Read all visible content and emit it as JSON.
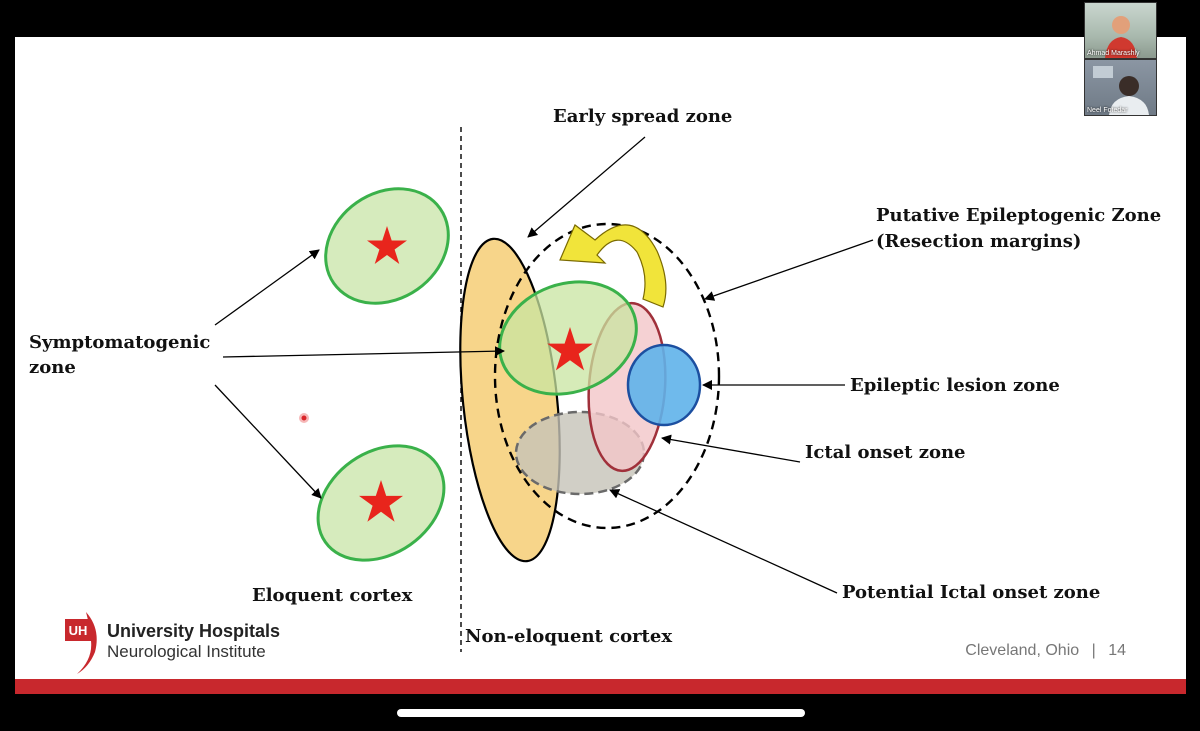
{
  "labels": {
    "early_spread": "Early spread zone",
    "putative_line1": "Putative Epileptogenic Zone",
    "putative_line2": "(Resection margins)",
    "symptomatogenic_line1": "Symptomatogenic",
    "symptomatogenic_line2": "zone",
    "epileptic_lesion": "Epileptic lesion zone",
    "ictal_onset": "Ictal onset zone",
    "potential_ictal": "Potential Ictal onset zone",
    "eloquent": "Eloquent cortex",
    "non_eloquent": "Non-eloquent cortex"
  },
  "logo": {
    "mark": "UH",
    "line1": "University Hospitals",
    "line2": "Neurological Institute"
  },
  "footer": {
    "location": "Cleveland, Ohio",
    "separator": "|",
    "page": "14"
  },
  "participants": [
    {
      "name": "Ahmad Marashly"
    },
    {
      "name": "Neel Fotedar"
    }
  ],
  "colors": {
    "accent_red": "#c8282d",
    "star_red": "#e8251c",
    "green_zone_stroke": "#3ab14a",
    "green_zone_fill": "#d6ebbd",
    "early_spread_fill": "#f7d58a",
    "ictal_onset_fill": "#f3c5c8",
    "lesion_fill": "#5fb2ea",
    "arrow_yellow": "#f1e43a"
  }
}
